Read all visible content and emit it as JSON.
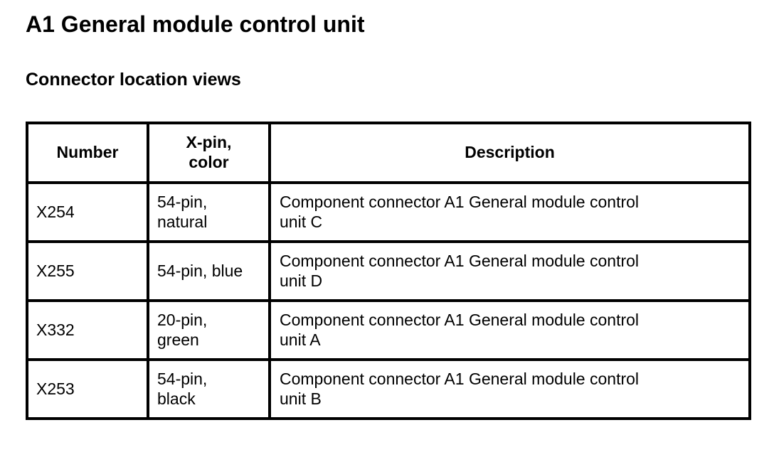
{
  "page": {
    "title": "A1 General module control unit",
    "subtitle": "Connector location views"
  },
  "table": {
    "headers": {
      "number": "Number",
      "xpin_color": "X-pin,\ncolor",
      "description": "Description"
    },
    "rows": [
      {
        "number": "X254",
        "xpin_color": "54-pin,\nnatural",
        "description": "Component connector A1 General module control\nunit C"
      },
      {
        "number": "X255",
        "xpin_color": "54-pin, blue",
        "description": "Component connector A1 General module control\nunit D"
      },
      {
        "number": "X332",
        "xpin_color": "20-pin,\ngreen",
        "description": "Component connector A1 General module control\nunit A"
      },
      {
        "number": "X253",
        "xpin_color": "54-pin,\nblack",
        "description": "Component connector A1 General module control\nunit B"
      }
    ]
  },
  "colors": {
    "text": "#000000",
    "border": "#000000",
    "background": "#ffffff"
  }
}
